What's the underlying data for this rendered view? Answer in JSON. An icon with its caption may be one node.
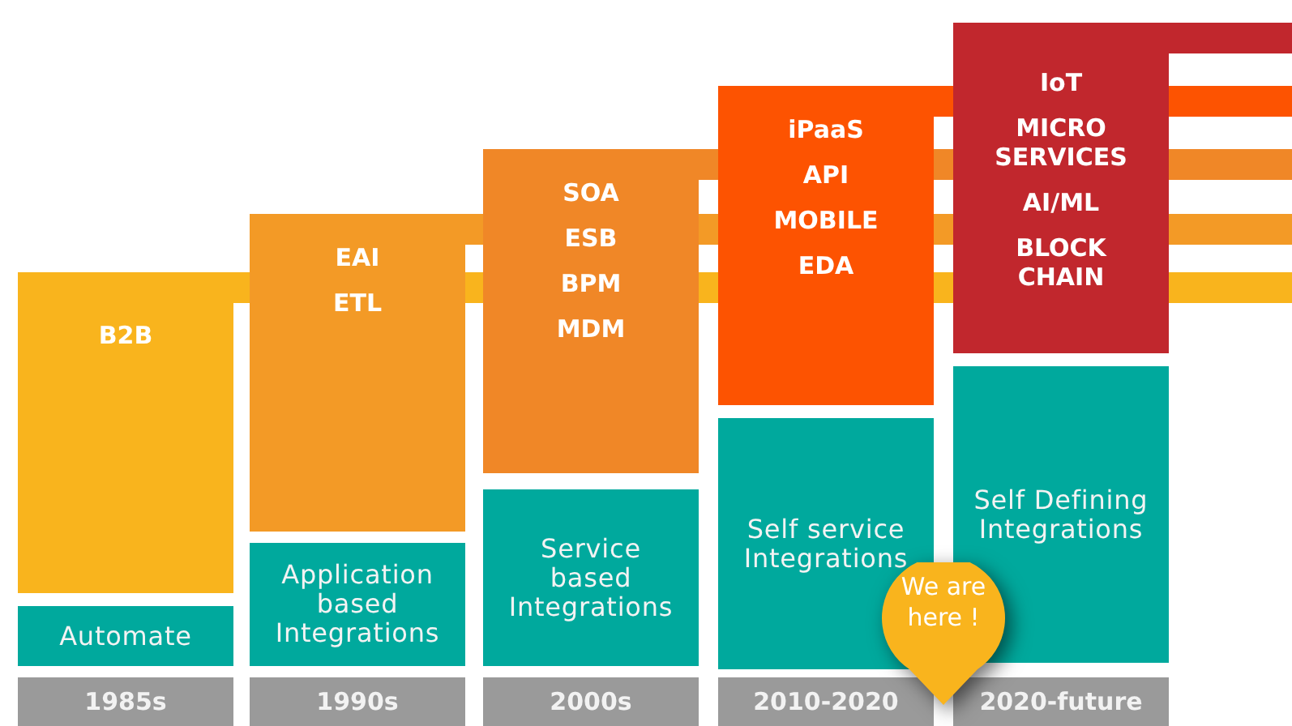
{
  "diagram": {
    "nodes": [
      {
        "text": [
          "B2B"
        ]
      },
      {
        "text": [
          "Automate"
        ]
      },
      {
        "text": [
          "1985s"
        ]
      },
      {
        "text": [
          "EAI",
          "ETL"
        ]
      },
      {
        "text": [
          "Application based Integrations"
        ]
      },
      {
        "text": [
          "1990s"
        ]
      },
      {
        "text": [
          "SOA",
          "ESB",
          "BPM",
          "MDM"
        ]
      },
      {
        "text": [
          "Service based Integrations"
        ]
      },
      {
        "text": [
          "2000s"
        ]
      },
      {
        "text": [
          "iPaaS",
          "API",
          "MOBILE",
          "EDA"
        ]
      },
      {
        "text": [
          "Self service Integrations"
        ]
      },
      {
        "text": [
          "2010-2020"
        ]
      },
      {
        "text": [
          "IoT",
          "MICRO SERVICES",
          "AI/ML",
          "BLOCK CHAIN"
        ]
      },
      {
        "text": [
          "Self Defining Integrations"
        ]
      },
      {
        "text": [
          "2020-future"
        ]
      },
      {
        "text": [
          "We are here !"
        ]
      }
    ]
  }
}
